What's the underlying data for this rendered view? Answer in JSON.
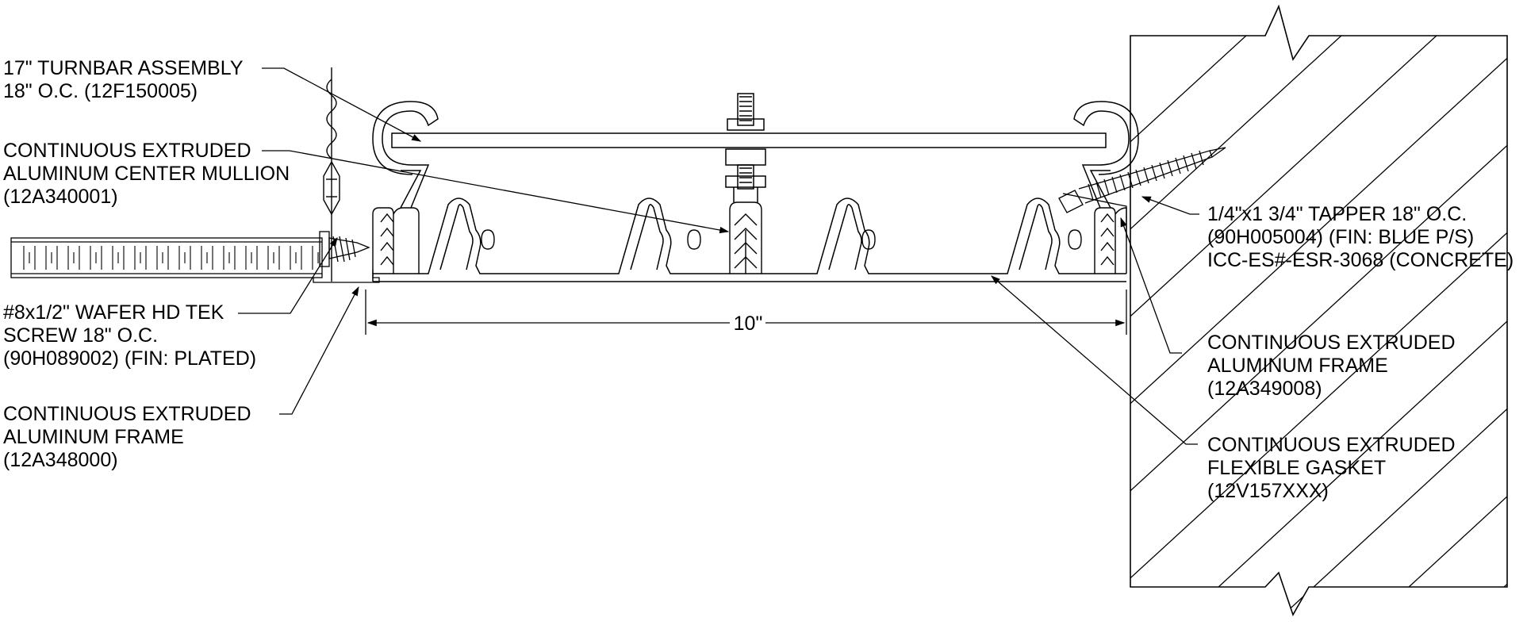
{
  "colors": {
    "line": "#000000",
    "background": "#ffffff"
  },
  "dimension": {
    "value": "10\""
  },
  "callouts": {
    "turnbar": {
      "line1": "17\" TURNBAR ASSEMBLY",
      "line2": "18\" O.C. (12F150005)"
    },
    "mullion": {
      "line1": "CONTINUOUS EXTRUDED",
      "line2": "ALUMINUM CENTER MULLION",
      "line3": "(12A340001)"
    },
    "tek_screw": {
      "line1": "#8x1/2\" WAFER HD TEK",
      "line2": "SCREW 18\" O.C.",
      "line3": "(90H089002) (FIN: PLATED)"
    },
    "frame_left": {
      "line1": "CONTINUOUS EXTRUDED",
      "line2": "ALUMINUM FRAME",
      "line3": "(12A348000)"
    },
    "tapper": {
      "line1": "1/4\"x1 3/4\" TAPPER 18\" O.C.",
      "line2": "(90H005004) (FIN: BLUE P/S)",
      "line3": "ICC-ES#-ESR-3068 (CONCRETE)"
    },
    "frame_right": {
      "line1": "CONTINUOUS EXTRUDED",
      "line2": "ALUMINUM FRAME",
      "line3": "(12A349008)"
    },
    "gasket": {
      "line1": "CONTINUOUS EXTRUDED",
      "line2": "FLEXIBLE GASKET",
      "line3": "(12V157XXX)"
    }
  }
}
